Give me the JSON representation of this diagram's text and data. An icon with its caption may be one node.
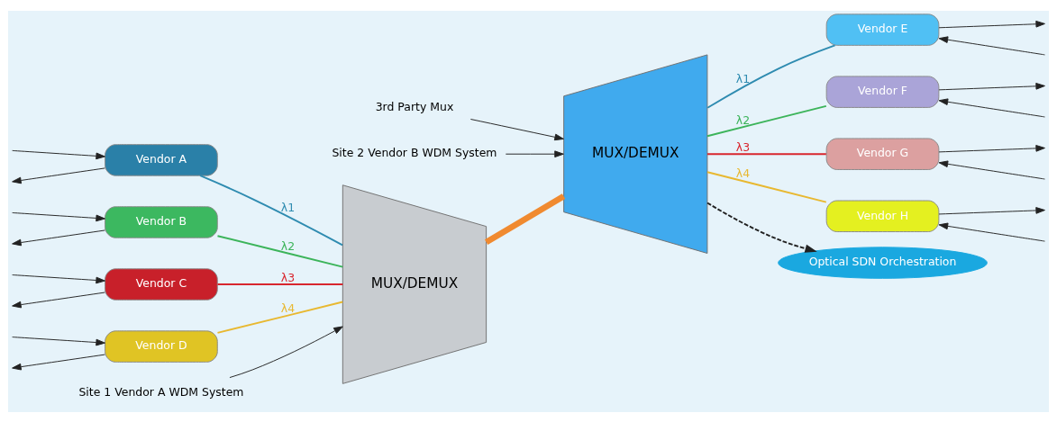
{
  "diagram": {
    "nodes": [
      {
        "text": [
          "Vendor A"
        ]
      },
      {
        "text": [
          "Vendor B"
        ]
      },
      {
        "text": [
          "Vendor C"
        ]
      },
      {
        "text": [
          "Vendor D"
        ]
      },
      {
        "text": [
          "MUX/DEMUX"
        ]
      },
      {
        "text": [
          "MUX/DEMUX"
        ]
      },
      {
        "text": [
          "Vendor E"
        ]
      },
      {
        "text": [
          "Vendor F"
        ]
      },
      {
        "text": [
          "Vendor G"
        ]
      },
      {
        "text": [
          "Vendor H"
        ]
      },
      {
        "text": [
          "Optical SDN Orchestration"
        ]
      },
      {
        "text": [
          "Site 1 Vendor A WDM System"
        ]
      },
      {
        "text": [
          "3rd Party Mux"
        ]
      },
      {
        "text": [
          "Site 2 Vendor B WDM System"
        ]
      }
    ],
    "edges": [
      {
        "from": 0,
        "to": null,
        "arrow": "to"
      },
      {
        "from": null,
        "to": 0,
        "arrow": "to"
      },
      {
        "from": 1,
        "to": null,
        "arrow": "to"
      },
      {
        "from": null,
        "to": 1,
        "arrow": "to"
      },
      {
        "from": 2,
        "to": null,
        "arrow": "to"
      },
      {
        "from": null,
        "to": 2,
        "arrow": "to"
      },
      {
        "from": 3,
        "to": null,
        "arrow": "to"
      },
      {
        "from": null,
        "to": 3,
        "arrow": "to"
      },
      {
        "from": 0,
        "to": 4,
        "arrow": "none",
        "label": "λ1",
        "color": "#2e8bb0"
      },
      {
        "from": 1,
        "to": 4,
        "arrow": "none",
        "label": "λ2",
        "color": "#3cb45a"
      },
      {
        "from": 2,
        "to": 4,
        "arrow": "none",
        "label": "λ3",
        "color": "#d8262e"
      },
      {
        "from": 3,
        "to": 4,
        "arrow": "none",
        "label": "λ4",
        "color": "#e8b830"
      },
      {
        "from": 4,
        "to": 5,
        "arrow": "none",
        "style": "thick",
        "color": "#f08a30"
      },
      {
        "from": 5,
        "to": 6,
        "arrow": "none",
        "label": "λ1",
        "color": "#2e8bb0"
      },
      {
        "from": 5,
        "to": 7,
        "arrow": "none",
        "label": "λ2",
        "color": "#3cb45a"
      },
      {
        "from": 5,
        "to": 8,
        "arrow": "none",
        "label": "λ3",
        "color": "#d8262e"
      },
      {
        "from": 5,
        "to": 9,
        "arrow": "none",
        "label": "λ4",
        "color": "#e8b830"
      },
      {
        "from": null,
        "to": 6,
        "arrow": "to"
      },
      {
        "from": 6,
        "to": null,
        "arrow": "to"
      },
      {
        "from": null,
        "to": 7,
        "arrow": "to"
      },
      {
        "from": 7,
        "to": null,
        "arrow": "to"
      },
      {
        "from": null,
        "to": 8,
        "arrow": "to"
      },
      {
        "from": 8,
        "to": null,
        "arrow": "to"
      },
      {
        "from": null,
        "to": 9,
        "arrow": "to"
      },
      {
        "from": 9,
        "to": null,
        "arrow": "to"
      },
      {
        "from": 11,
        "to": 4,
        "arrow": "to"
      },
      {
        "from": 12,
        "to": 5,
        "arrow": "to"
      },
      {
        "from": 13,
        "to": 5,
        "arrow": "to"
      },
      {
        "from": 5,
        "to": 10,
        "arrow": "to",
        "style": "dashed"
      }
    ]
  }
}
